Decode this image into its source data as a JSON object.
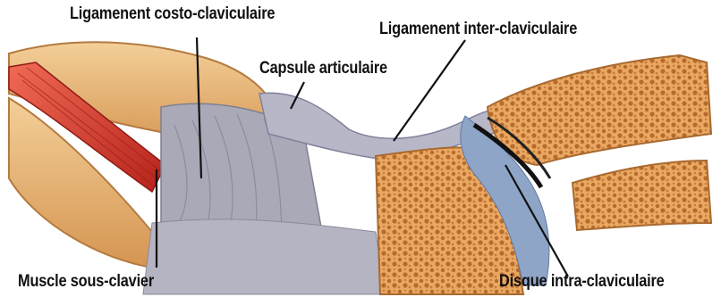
{
  "labels": {
    "costo_clavicular": "Ligamenent costo-claviculaire",
    "inter_clavicular": "Ligamenent inter-claviculaire",
    "capsule": "Capsule articulaire",
    "subclavius": "Muscle sous-clavier",
    "disc": "Disque intra-claviculaire"
  },
  "colors": {
    "bone": "#e8b77a",
    "bone_dark": "#c98a4a",
    "cartilage": "#f0c48c",
    "ligament": "#a9a9b8",
    "muscle": "#d63a2e",
    "disc": "#8ea5c8",
    "leader_line": "#111111"
  }
}
